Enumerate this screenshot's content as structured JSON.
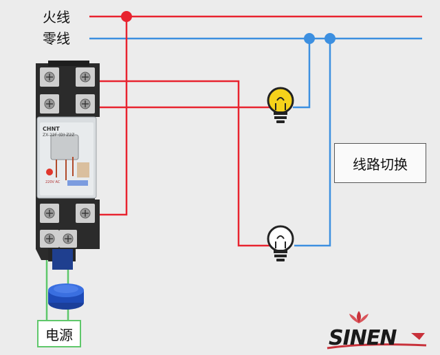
{
  "labels": {
    "live_wire": "火线",
    "neutral_wire": "零线",
    "switch_box": "线路切换",
    "power_box": "电源"
  },
  "relay": {
    "brand": "CHNT",
    "model": "ZX-22F (D) Z2Z",
    "coil": "220V AC"
  },
  "logo": {
    "text": "SINEN"
  },
  "colors": {
    "live": "#e8232f",
    "neutral": "#3c8fe0",
    "power": "#5ec76a",
    "bulb_on": "#f6d21a",
    "bulb_off": "#ffffff"
  }
}
